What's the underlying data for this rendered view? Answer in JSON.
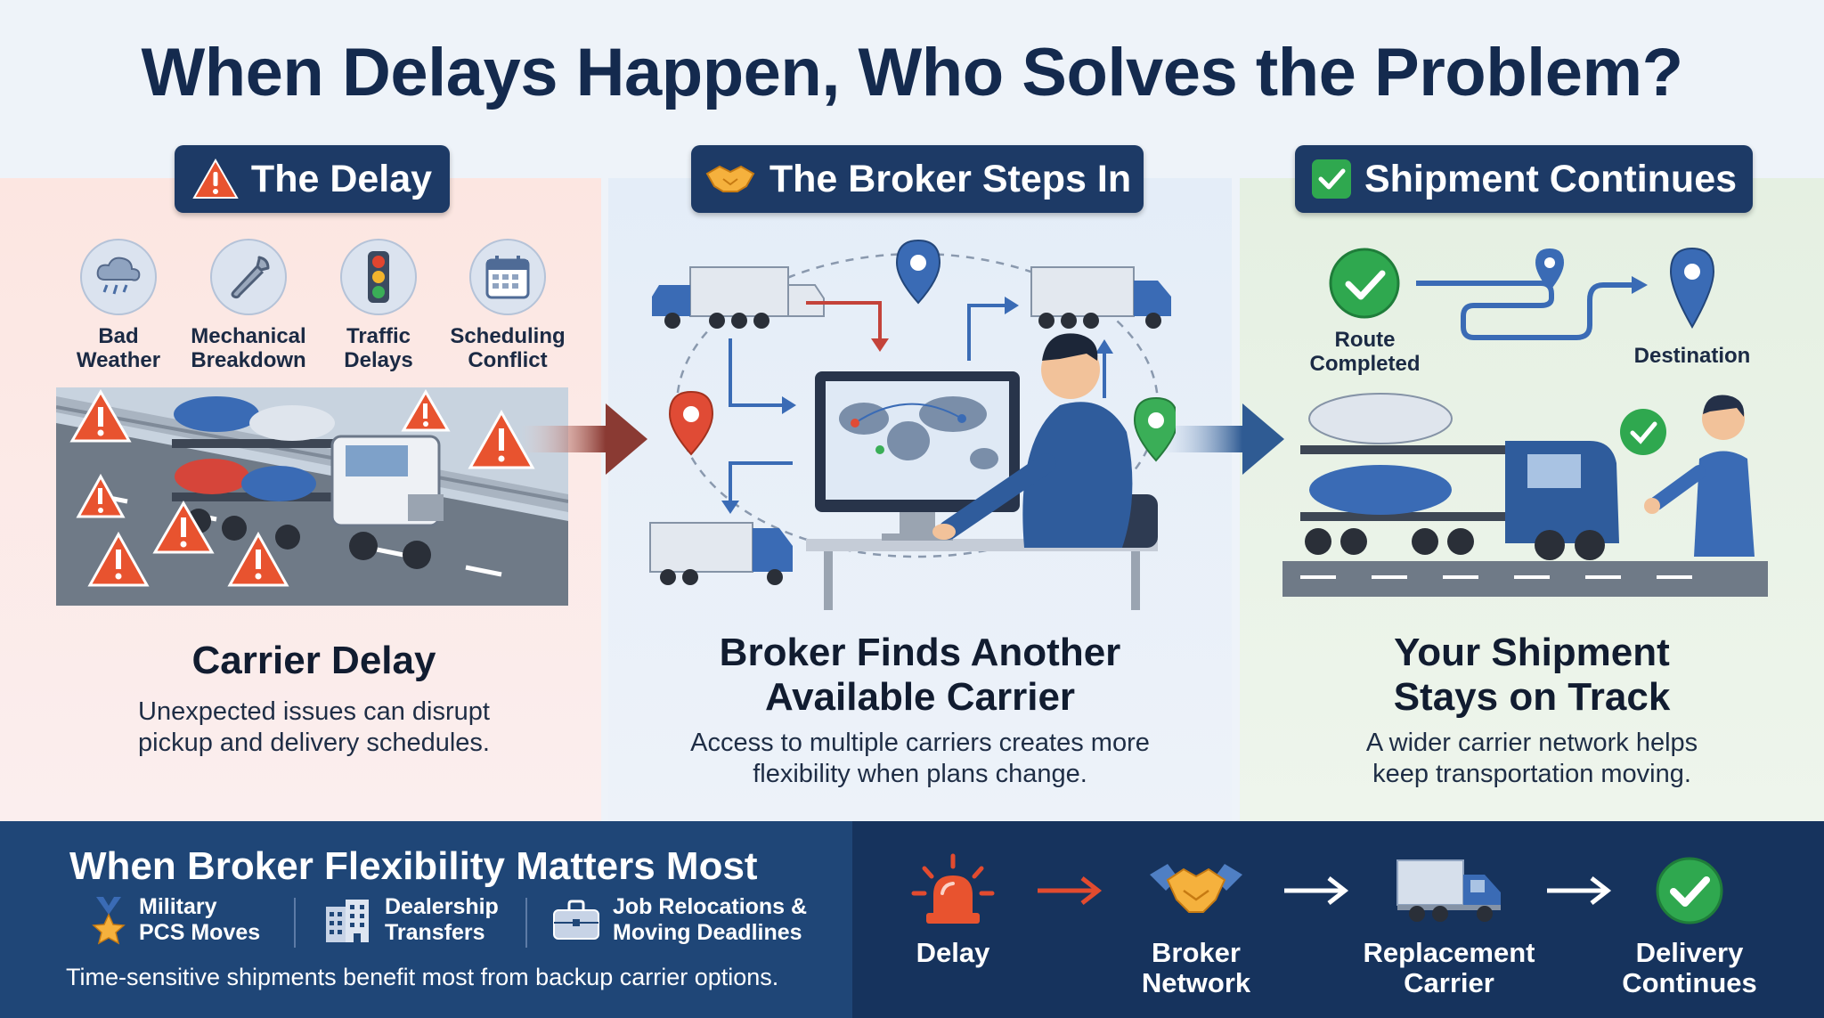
{
  "title": "When Delays Happen, Who Solves the Problem?",
  "colors": {
    "navy": "#1d3a66",
    "red": "#e24b2f",
    "blue": "#3a6bb5",
    "green": "#2fa84f"
  },
  "panels": {
    "delay": {
      "pill_label": "The Delay",
      "pill_icon": "warning-triangle-icon",
      "causes": [
        {
          "label_line1": "Bad",
          "label_line2": "Weather",
          "icon": "cloud-rain-icon"
        },
        {
          "label_line1": "Mechanical",
          "label_line2": "Breakdown",
          "icon": "wrench-icon"
        },
        {
          "label_line1": "Traffic",
          "label_line2": "Delays",
          "icon": "traffic-light-icon"
        },
        {
          "label_line1": "Scheduling",
          "label_line2": "Conflict",
          "icon": "calendar-icon"
        }
      ],
      "heading": "Carrier Delay",
      "desc_line1": "Unexpected issues can disrupt",
      "desc_line2": "pickup and delivery schedules."
    },
    "broker": {
      "pill_label": "The Broker Steps In",
      "pill_icon": "handshake-icon",
      "heading_line1": "Broker Finds Another",
      "heading_line2": "Available Carrier",
      "desc_line1": "Access to multiple carriers creates more",
      "desc_line2": "flexibility when plans change."
    },
    "continues": {
      "pill_label": "Shipment Continues",
      "pill_icon": "checkbox-icon",
      "route_label_line1": "Route",
      "route_label_line2": "Completed",
      "destination_label": "Destination",
      "heading_line1": "Your Shipment",
      "heading_line2": "Stays on Track",
      "desc_line1": "A wider carrier network helps",
      "desc_line2": "keep transportation moving."
    }
  },
  "footer": {
    "title": "When Broker Flexibility Matters Most",
    "use_cases": [
      {
        "line1": "Military",
        "line2": "PCS Moves",
        "icon": "medal-icon"
      },
      {
        "line1": "Dealership",
        "line2": "Transfers",
        "icon": "building-icon"
      },
      {
        "line1": "Job Relocations &",
        "line2": "Moving Deadlines",
        "icon": "briefcase-icon"
      }
    ],
    "note": "Time-sensitive shipments benefit most from backup carrier options.",
    "flow": [
      {
        "line1": "Delay",
        "line2": "",
        "icon": "siren-icon"
      },
      {
        "line1": "Broker",
        "line2": "Network",
        "icon": "handshake-icon"
      },
      {
        "line1": "Replacement",
        "line2": "Carrier",
        "icon": "truck-icon"
      },
      {
        "line1": "Delivery",
        "line2": "Continues",
        "icon": "check-circle-icon"
      }
    ]
  }
}
